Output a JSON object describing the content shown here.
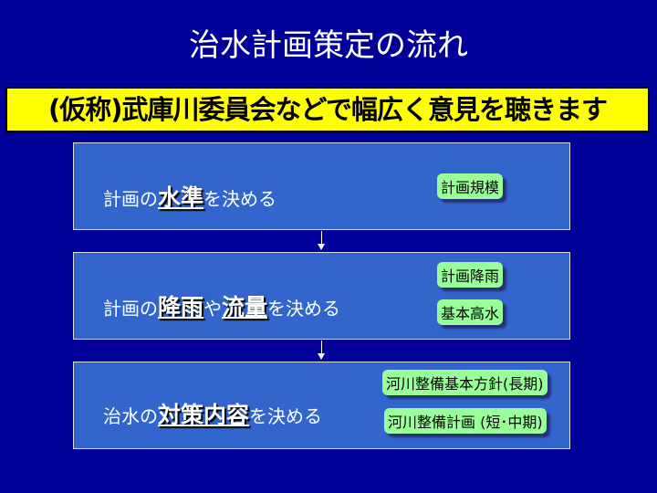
{
  "title": "治水計画策定の流れ",
  "banner": "(仮称)武庫川委員会などで幅広く意見を聴きます",
  "steps": [
    {
      "pre": "計画の",
      "em1": "水準",
      "mid": "",
      "em2": "",
      "post": "を決める",
      "tags": [
        "計画規模"
      ]
    },
    {
      "pre": "計画の",
      "em1": "降雨",
      "mid": "や",
      "em2": "流量",
      "post": "を決める",
      "tags": [
        "計画降雨",
        "基本高水"
      ]
    },
    {
      "pre": "治水の",
      "em1": "対策内容",
      "mid": "",
      "em2": "",
      "post": "を決める",
      "tags": [
        "河川整備基本方針(長期)",
        "河川整備計画 (短･中期)"
      ]
    }
  ]
}
